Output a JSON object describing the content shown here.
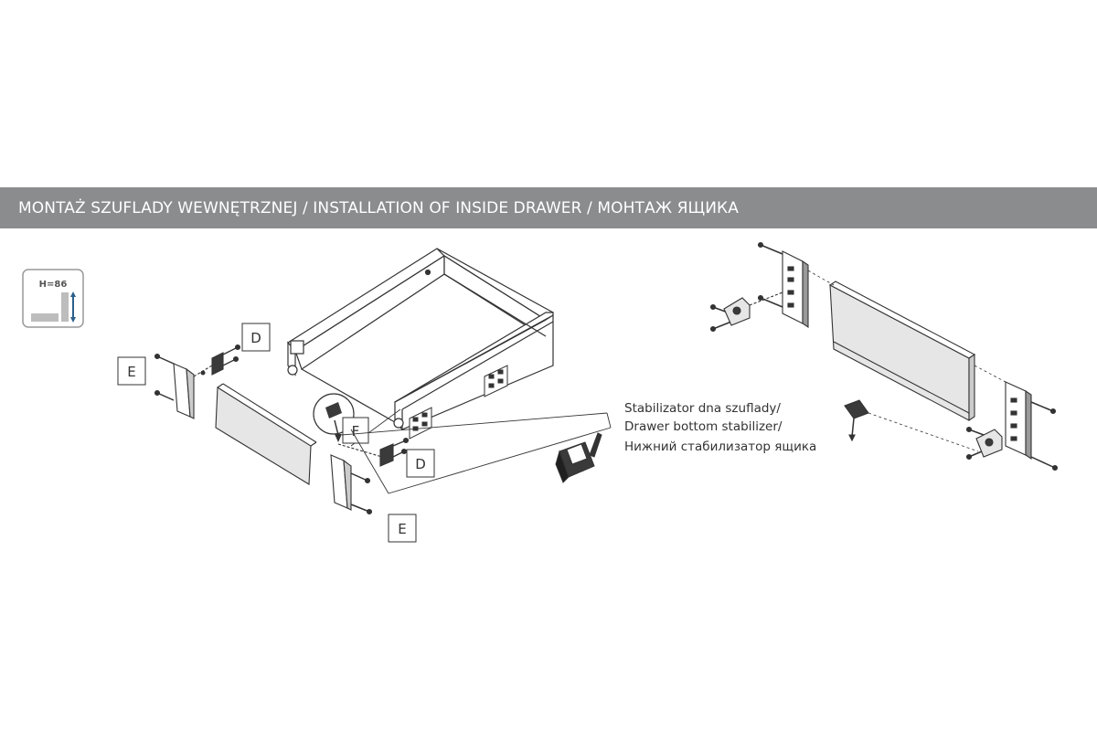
{
  "header": {
    "title": "MONTAŻ SZUFLADY WEWNĘTRZNEJ / INSTALLATION OF INSIDE DRAWER / МОНТАЖ ЯЩИКА"
  },
  "height_badge": {
    "label": "H=86"
  },
  "callout": {
    "line1": "Stabilizator dna szuflady/",
    "line2": "Drawer bottom stabilizer/",
    "line3": "Нижний стабилизатор ящика"
  },
  "labels": {
    "d_top": "D",
    "e_left": "E",
    "f": "F",
    "d_bottom": "D",
    "e_bottom": "E"
  },
  "colors": {
    "header_band": "#8a8c8e",
    "line": "#333333",
    "panel_fill": "#e6e6e6",
    "dark_part": "#3a3a3a"
  }
}
